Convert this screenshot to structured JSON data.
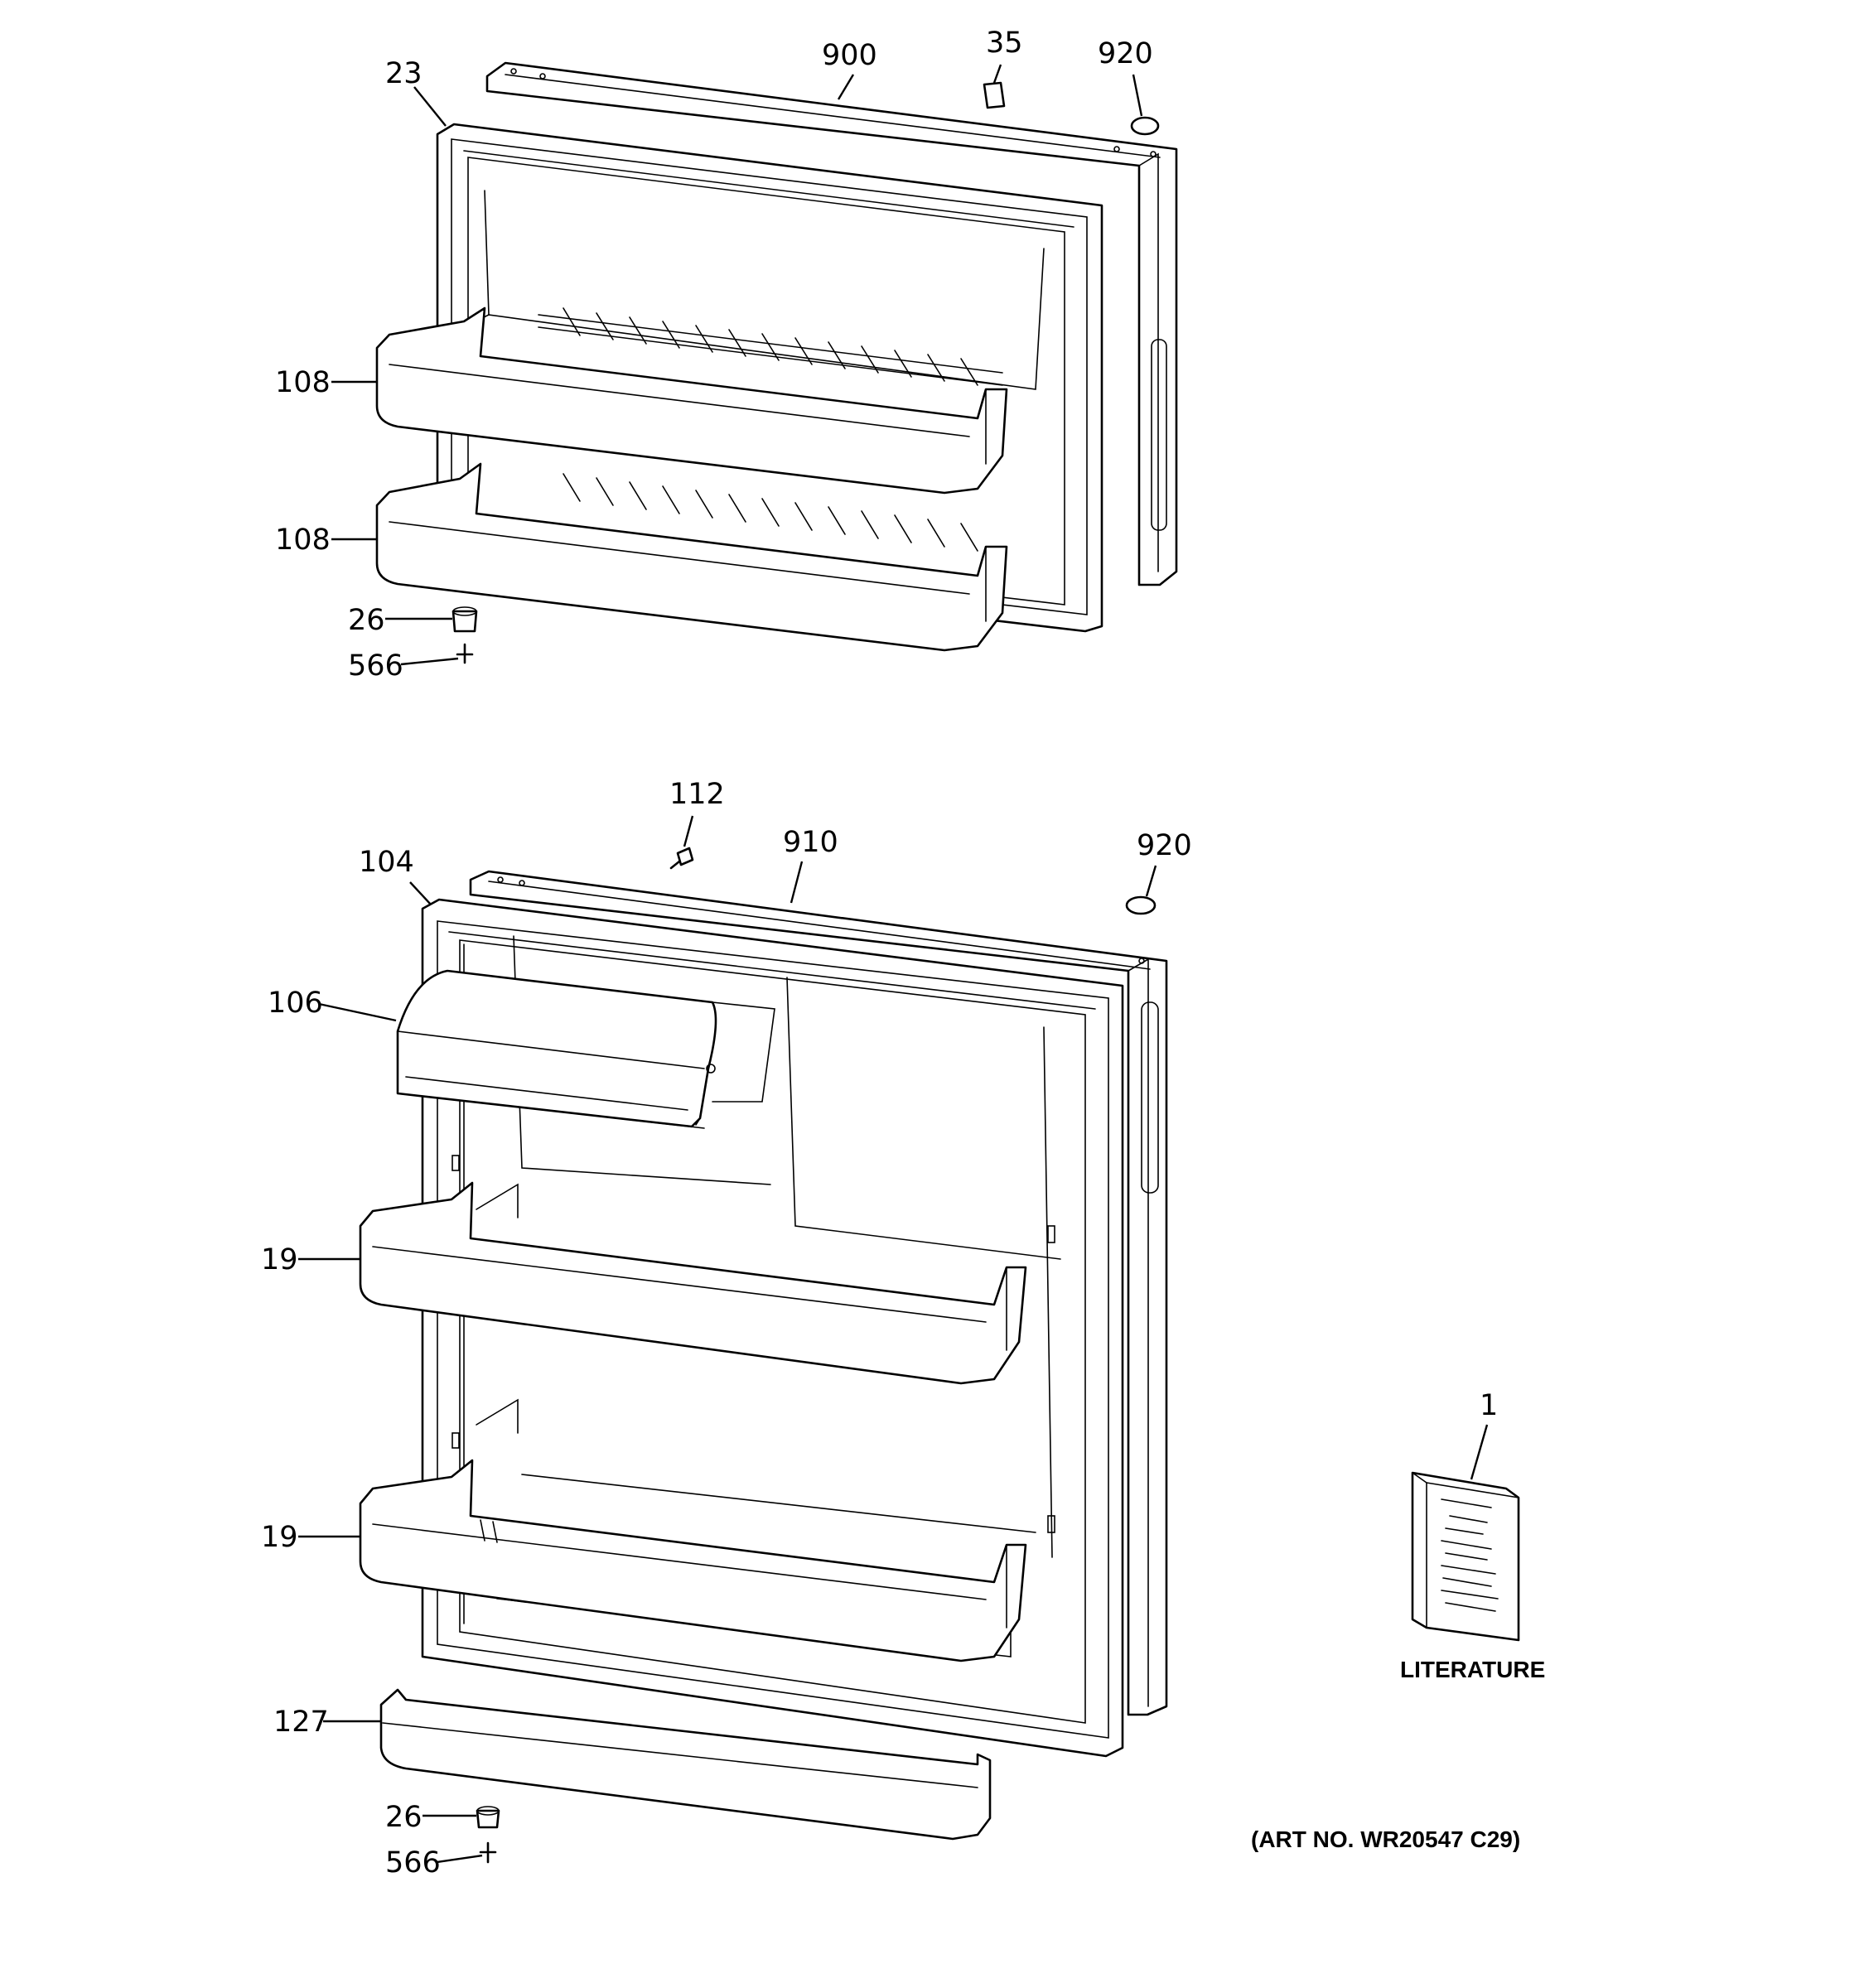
{
  "labels": {
    "p23": "23",
    "p900": "900",
    "p35": "35",
    "p920a": "920",
    "p108a": "108",
    "p108b": "108",
    "p26a": "26",
    "p566a": "566",
    "p112": "112",
    "p910": "910",
    "p104": "104",
    "p920b": "920",
    "p106": "106",
    "p19a": "19",
    "p19b": "19",
    "p127": "127",
    "p26b": "26",
    "p566b": "566",
    "p1": "1"
  },
  "literature_caption": "LITERATURE",
  "art_number": "(ART NO. WR20547 C29)"
}
